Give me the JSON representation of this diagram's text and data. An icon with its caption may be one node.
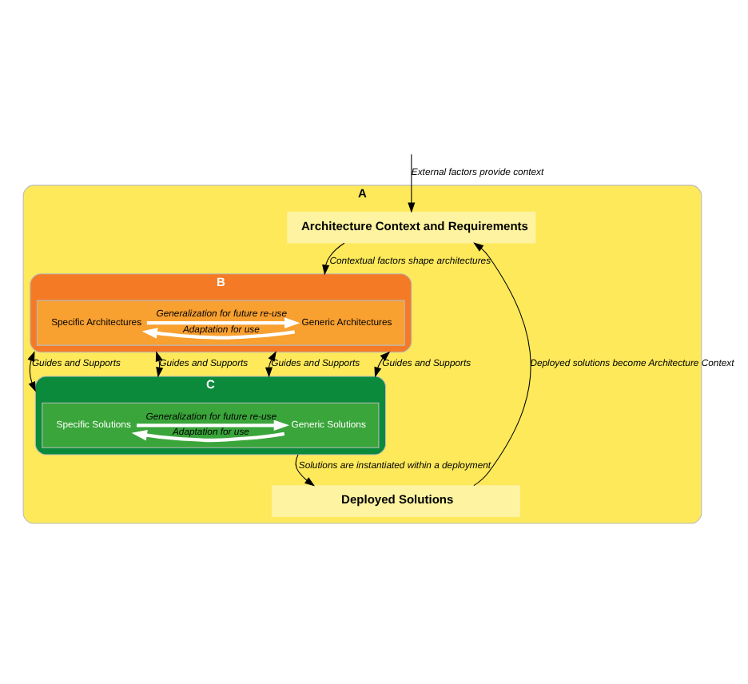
{
  "diagram": {
    "nodes": [
      {
        "text": [
          "A"
        ]
      },
      {
        "text": [
          "Architecture Context and Requirements"
        ],
        "in": 0
      },
      {
        "text": [
          "B"
        ],
        "in": 0
      },
      {
        "text": [],
        "shape": "box",
        "in": 2
      },
      {
        "text": [
          "Generic Architectures"
        ],
        "in": 3
      },
      {
        "text": [
          "Specific Architectures"
        ],
        "in": 3
      },
      {
        "text": [
          "C"
        ],
        "in": 0
      },
      {
        "text": [],
        "shape": "box",
        "in": 6
      },
      {
        "text": [
          "Generic Solutions"
        ],
        "in": 7
      },
      {
        "text": [
          "Specific Solutions"
        ],
        "in": 7
      },
      {
        "text": [
          "Deployed Solutions"
        ],
        "in": 0
      }
    ],
    "edges": [
      {
        "from": null,
        "to": 1,
        "arrow": "to",
        "label": "External factors provide context"
      },
      {
        "from": 1,
        "to": 2,
        "arrow": "to",
        "label": "Contextual factors shape architectures"
      },
      {
        "from": 5,
        "to": 4,
        "arrow": "to",
        "label": "Generalization for future re-use",
        "style": "thick",
        "color": "#ffffff"
      },
      {
        "from": 4,
        "to": 5,
        "arrow": "to",
        "label": "Adaptation for use",
        "style": "thick",
        "color": "#ffffff"
      },
      {
        "from": 2,
        "to": 6,
        "arrow": "both",
        "label": "Guides and Supports"
      },
      {
        "from": 2,
        "to": 6,
        "arrow": "both",
        "label": "Guides and Supports"
      },
      {
        "from": 2,
        "to": 6,
        "arrow": "both",
        "label": "Guides and Supports"
      },
      {
        "from": 2,
        "to": 6,
        "arrow": "both",
        "label": "Guides and Supports"
      },
      {
        "from": 9,
        "to": 8,
        "arrow": "to",
        "label": "Generalization for future re-use",
        "style": "thick",
        "color": "#ffffff"
      },
      {
        "from": 8,
        "to": 9,
        "arrow": "to",
        "label": "Adaptation for use",
        "style": "thick",
        "color": "#ffffff"
      },
      {
        "from": 6,
        "to": 10,
        "arrow": "to",
        "label": "Solutions are instantiated within a deployment"
      },
      {
        "from": 10,
        "to": 1,
        "arrow": "to",
        "label": "Deployed solutions become Architecture Context"
      }
    ]
  }
}
